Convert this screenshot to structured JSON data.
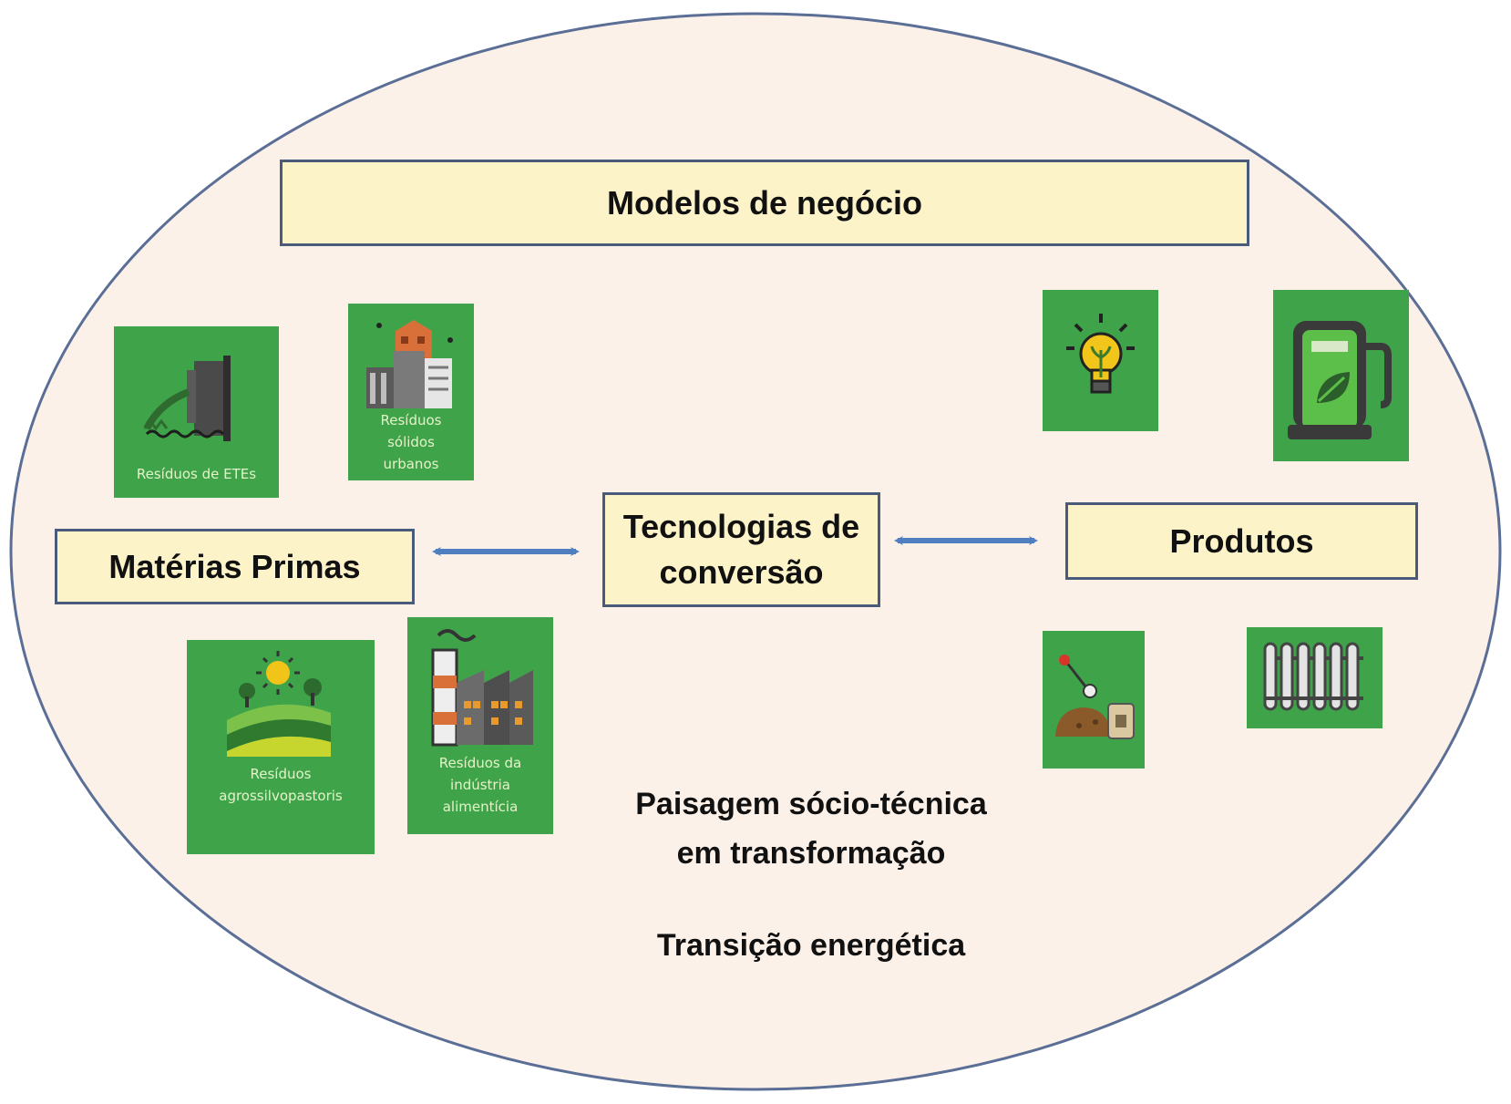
{
  "diagram": {
    "business_models": "Modelos de negócio",
    "raw_materials": "Matérias Primas",
    "conversion_tech_line1": "Tecnologias de",
    "conversion_tech_line2": "conversão",
    "products": "Produtos",
    "landscape_line1": "Paisagem sócio-técnica",
    "landscape_line2": "em transformação",
    "energy_transition": "Transição energética"
  },
  "tiles": {
    "wastewater": {
      "label": "Resíduos de ETEs",
      "icon": "sewage-pipe-icon"
    },
    "urban_waste": {
      "line1": "Resíduos",
      "line2": "sólidos",
      "line3": "urbanos",
      "icon": "city-buildings-icon"
    },
    "agro_waste": {
      "line1": "Resíduos",
      "line2": "agrossilvopastoris",
      "icon": "farm-field-icon"
    },
    "food_industry": {
      "line1": "Resíduos da",
      "line2": "indústria",
      "line3": "alimentícia",
      "icon": "factory-icon"
    },
    "electricity": {
      "icon": "light-bulb-icon"
    },
    "biofuel": {
      "icon": "fuel-pump-leaf-icon"
    },
    "fertilizer": {
      "icon": "soil-sack-icon"
    },
    "heat": {
      "icon": "radiator-icon"
    }
  },
  "colors": {
    "ellipse_fill": "#fcf1e9",
    "ellipse_stroke": "#5a6e96",
    "box_fill": "#fdf3c8",
    "box_border": "#4a5a7a",
    "tile_green": "#3fa34a",
    "arrow": "#4f7fbf"
  }
}
